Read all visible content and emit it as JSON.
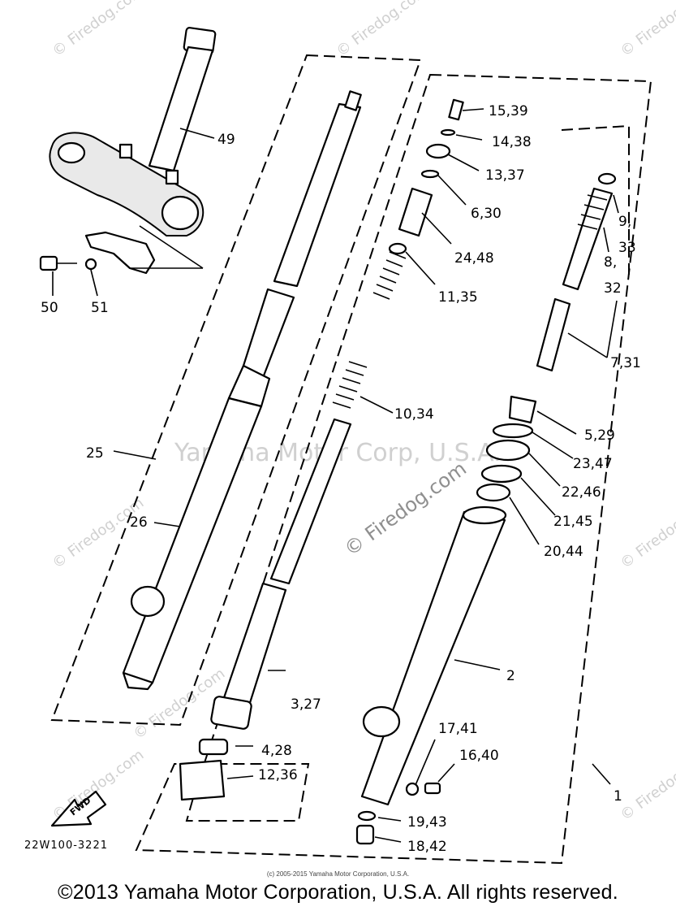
{
  "watermarks": {
    "center": "Yamaha Motor Corp, U.S.A.",
    "diagonal_main": "© Firedog.com",
    "diagonal_small": "© Firedog.com"
  },
  "drawing_code": "22W100-3221",
  "fwd_label": "FWD",
  "tiny_credit": "(c) 2005-2015 Yamaha Motor Corporation, U.S.A.",
  "copyright": "©2013 Yamaha Motor Corporation, U.S.A. All rights reserved.",
  "callouts": {
    "c49": "49",
    "c50": "50",
    "c51": "51",
    "c25": "25",
    "c26": "26",
    "c3_27": "3,27",
    "c4_28": "4,28",
    "c12_36": "12,36",
    "c15_39": "15,39",
    "c14_38": "14,38",
    "c13_37": "13,37",
    "c6_30": "6,30",
    "c24_48": "24,48",
    "c11_35": "11,35",
    "c10_34": "10,34",
    "c9": "9,",
    "c33": "33",
    "c8": "8,",
    "c32": "32",
    "c7_31": "7,31",
    "c5_29": "5,29",
    "c23_47": "23,47",
    "c22_46": "22,46",
    "c21_45": "21,45",
    "c20_44": "20,44",
    "c2": "2",
    "c17_41": "17,41",
    "c16_40": "16,40",
    "c19_43": "19,43",
    "c18_42": "18,42",
    "c1": "1"
  }
}
